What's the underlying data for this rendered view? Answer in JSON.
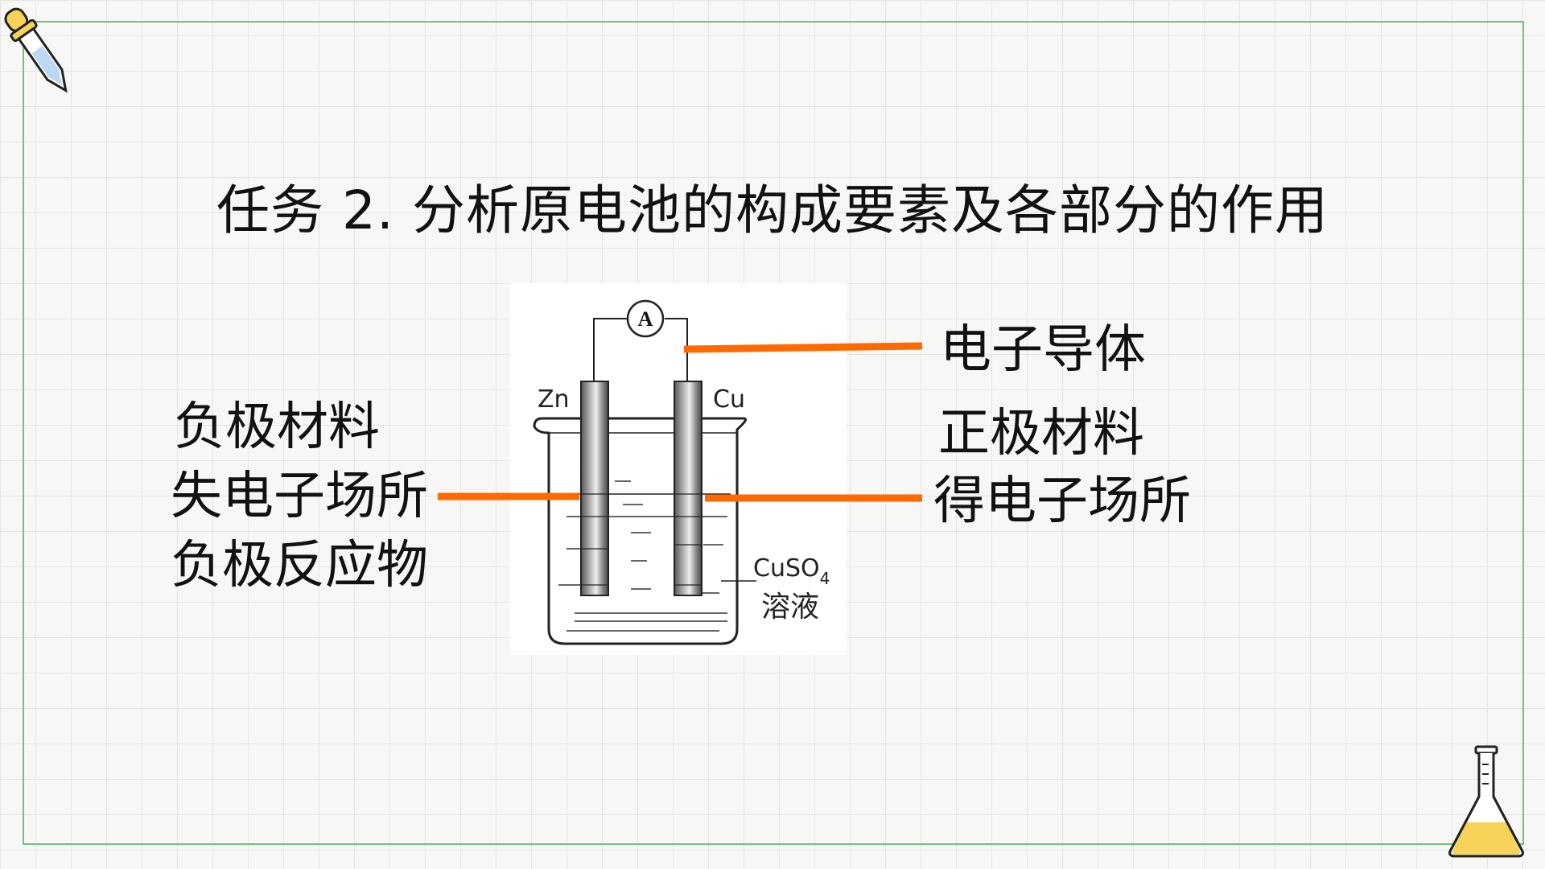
{
  "title": "任务 2. 分析原电池的构成要素及各部分的作用",
  "left_labels": [
    "负极材料",
    "失电子场所",
    "负极反应物"
  ],
  "right_labels": {
    "conductor": "电子导体",
    "positive_material": "正极材料",
    "gain_electron_site": "得电子场所"
  },
  "diagram": {
    "ammeter": "A",
    "left_electrode": "Zn",
    "right_electrode": "Cu",
    "solution_formula": "CuSO",
    "solution_subscript": "4",
    "solution_name": "溶液"
  },
  "colors": {
    "accent": "#ff6a00",
    "border": "#78c07a",
    "flask_liquid": "#f8d35a",
    "dropper_bulb": "#f8d35a",
    "dropper_tube": "#bcd8f2"
  },
  "icons": [
    "dropper-icon",
    "flask-icon"
  ]
}
